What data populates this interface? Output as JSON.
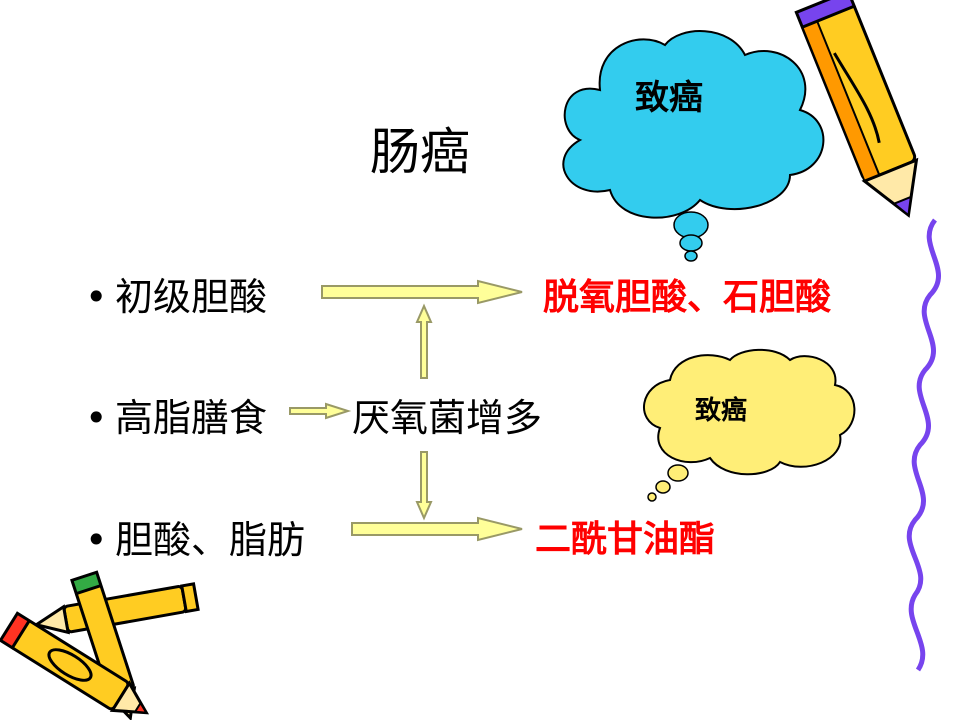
{
  "title": "肠癌",
  "rows": [
    {
      "bullet": "•",
      "text": "初级胆酸"
    },
    {
      "bullet": "•",
      "text": "高脂膳食"
    },
    {
      "bullet": "•",
      "text": "胆酸、脂肪"
    }
  ],
  "middle_node": "厌氧菌增多",
  "results": {
    "top": "脱氧胆酸、石胆酸",
    "bottom": "二酰甘油酯"
  },
  "clouds": {
    "blue": "致癌",
    "yellow": "致癌"
  },
  "colors": {
    "result_text": "#ff0000",
    "arrow_fill": "#ffff99",
    "arrow_stroke": "#999966",
    "cloud_blue": "#33ccee",
    "cloud_yellow": "#ffee77",
    "border_wave": "#7744ee"
  },
  "decorations": [
    "pencil-icon",
    "pencils-icon",
    "wavy-border"
  ]
}
